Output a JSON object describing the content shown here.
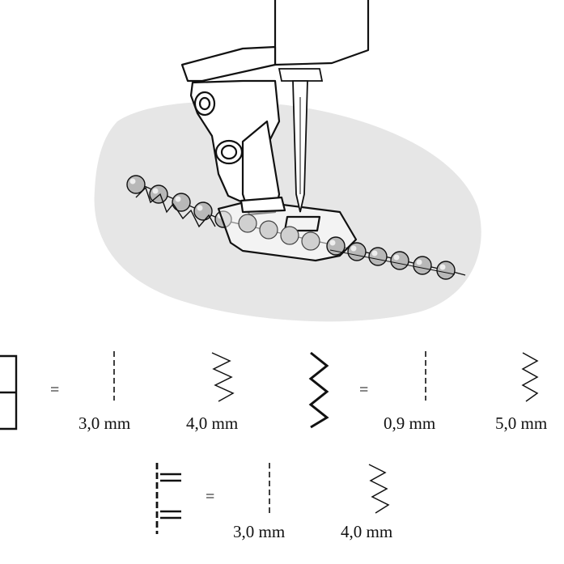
{
  "colors": {
    "fabric": "#e6e6e6",
    "line": "#111111",
    "bead_fill": "#b8b8b8",
    "bead_highlight": "#eeeeee",
    "background": "#ffffff"
  },
  "icons": {
    "presser_foot": "sewing-machine-presser-foot-icon",
    "needle": "needle-icon",
    "beads": "bead-string-icon",
    "straight_stitch": "straight-stitch-icon",
    "zigzag_stitch": "zigzag-stitch-icon",
    "triple_stitch": "triple-stitch-icon"
  },
  "settings": {
    "row1_left": {
      "equals": "=",
      "length_label": "3,0 mm",
      "width_label": "4,0 mm"
    },
    "row1_right": {
      "equals": "=",
      "length_label": "0,9 mm",
      "width_label": "5,0 mm"
    },
    "row2": {
      "equals": "=",
      "length_label": "3,0 mm",
      "width_label": "4,0 mm"
    }
  }
}
